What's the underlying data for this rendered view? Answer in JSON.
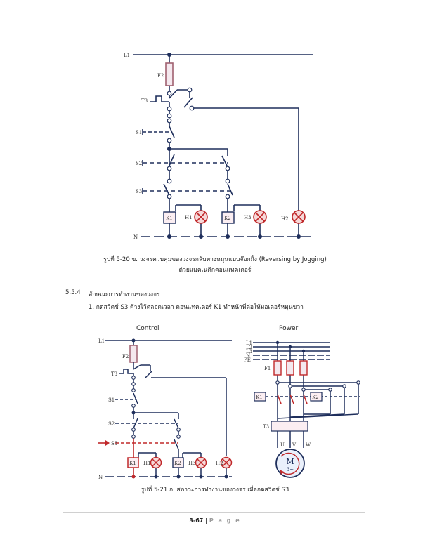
{
  "figure1": {
    "labels": {
      "l1": "L1",
      "n": "N",
      "f2": "F2",
      "t3": "T3",
      "s1": "S1",
      "s2": "S2",
      "s3": "S3",
      "k1": "K1",
      "k2": "K2",
      "h1": "H1",
      "h3": "H3",
      "h2": "H2"
    },
    "caption_line1": "รูปที่ 5-20 ข. วงจรควบคุมของวงจรกลับทางหมุนแบบจ๊อกกิ้ง (Reversing by Jogging)",
    "caption_line2": "ด้วยแมคเนติกคอนแทคเตอร์"
  },
  "section": {
    "number": "5.5.4",
    "title": "ลักษณะการทำงานของวงจร",
    "item1": "1. กดสวิตช์ S3  ค้างไว้ตลอดเวลา  คอนแทคเตอร์ K1 ทำหน้าที่ต่อให้มอเตอร์หมุนขวา"
  },
  "figure2": {
    "control_title": "Control",
    "power_title": "Power",
    "labels": {
      "l1": "L1",
      "n": "N",
      "f2": "F2",
      "t3": "T3",
      "s1": "S1",
      "s2": "S2",
      "s3": "S3",
      "k1": "K1",
      "k2": "K2",
      "h1": "H1",
      "h3": "H3",
      "h2": "H2",
      "p_l1": "L1",
      "p_l2": "L2",
      "p_l3": "L3",
      "p_n": "N",
      "p_pe": "PE",
      "f1": "F1",
      "k1m": "K1",
      "k2m": "K2",
      "t3m": "T3",
      "u": "U",
      "v": "V",
      "w": "W",
      "motor": "M",
      "motor_sub": "3~"
    },
    "caption": "รูปที่ 5-21 ก. สภาวะการทำงานของวงจร เมื่อกดสวิตช์ S3"
  },
  "footer": {
    "page_number": "3-67",
    "separator": " | ",
    "page_word": "P a g e"
  },
  "colors": {
    "wire": "#1f2f5c",
    "active": "#c0282a",
    "lamp_fill": "#f6d8d8",
    "lamp_x": "#c0282a",
    "fuse_fill": "#f4e8ee",
    "fuse_border": "#a06070"
  }
}
